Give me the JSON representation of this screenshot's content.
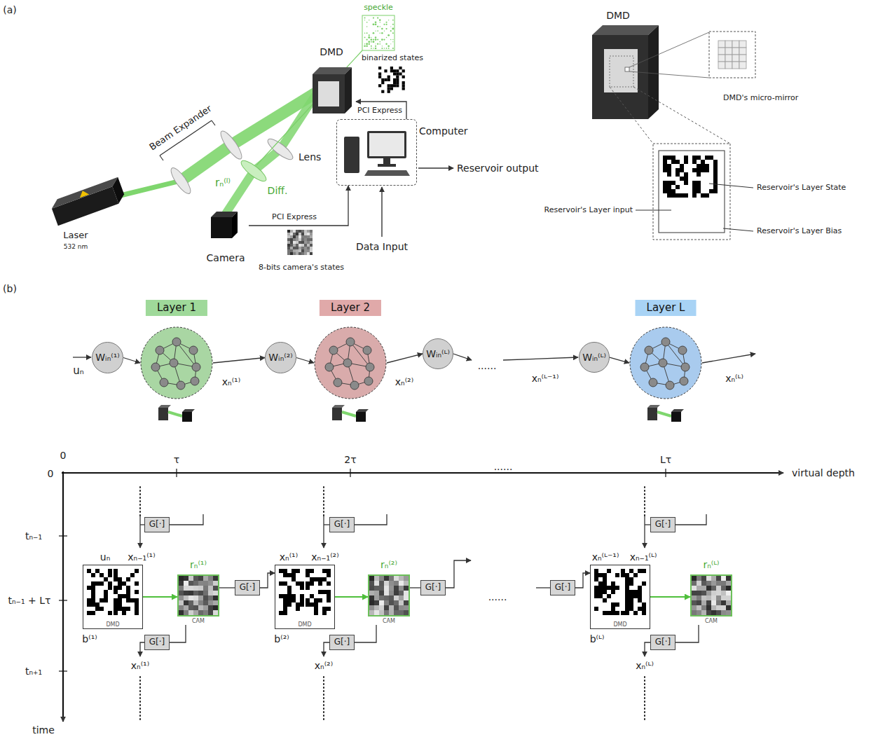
{
  "diagram": {
    "nodes": [
      {
        "text": [
          "DMD"
        ]
      },
      {
        "text": [
          "Computer"
        ]
      },
      {
        "text": [
          "Camera"
        ]
      },
      {
        "text": [
          "Wᵢₙ⁽¹⁾"
        ]
      },
      {
        "text": [
          "Layer 1"
        ]
      },
      {
        "text": [
          "Wᵢₙ⁽²⁾"
        ]
      },
      {
        "text": [
          "Layer 2"
        ]
      },
      {
        "text": [
          "Wᵢₙ⁽ᴸ⁾"
        ]
      },
      {
        "text": [
          "Wᵢₙ⁽ᴸ⁾"
        ]
      },
      {
        "text": [
          "Layer L"
        ]
      },
      {
        "text": [
          "G[·]"
        ]
      },
      {
        "text": [
          "DMD"
        ]
      },
      {
        "text": [
          "CAM"
        ]
      },
      {
        "text": [
          "G[·]"
        ]
      },
      {
        "text": [
          "G[·]"
        ]
      },
      {
        "text": [
          "G[·]"
        ]
      },
      {
        "text": [
          "DMD"
        ]
      },
      {
        "text": [
          "CAM"
        ]
      },
      {
        "text": [
          "G[·]"
        ]
      },
      {
        "text": [
          "G[·]"
        ]
      },
      {
        "text": [
          "G[·]"
        ]
      },
      {
        "text": [
          "G[·]"
        ]
      },
      {
        "text": [
          "DMD"
        ]
      },
      {
        "text": [
          "CAM"
        ]
      },
      {
        "text": [
          "G[·]"
        ]
      }
    ],
    "edges": [
      {
        "from": 1,
        "to": 0,
        "label": "PCI Express",
        "arrow": "to"
      },
      {
        "from": 2,
        "to": 1,
        "label": "PCI Express",
        "arrow": "to"
      },
      {
        "from": 3,
        "to": 4,
        "arrow": "to"
      },
      {
        "from": 4,
        "to": 5,
        "label": "xₙ⁽¹⁾",
        "arrow": "to"
      },
      {
        "from": 5,
        "to": 6,
        "arrow": "to"
      },
      {
        "from": 6,
        "to": 7,
        "label": "xₙ⁽²⁾",
        "arrow": "to"
      },
      {
        "from": 8,
        "to": 9,
        "arrow": "to"
      },
      {
        "from": 11,
        "to": 12,
        "arrow": "to"
      },
      {
        "from": 12,
        "to": 13,
        "arrow": "none"
      },
      {
        "from": 13,
        "to": 16,
        "arrow": "to"
      },
      {
        "from": 12,
        "to": 14,
        "arrow": "none"
      },
      {
        "from": 16,
        "to": 17,
        "arrow": "to"
      },
      {
        "from": 17,
        "to": 18,
        "arrow": "none"
      },
      {
        "from": 17,
        "to": 19,
        "arrow": "none"
      },
      {
        "from": 20,
        "to": 22,
        "arrow": "to"
      },
      {
        "from": 22,
        "to": 23,
        "arrow": "to"
      },
      {
        "from": 23,
        "to": 24,
        "arrow": "none"
      }
    ],
    "labels": [
      "(a)",
      "speckle",
      "binarized states",
      "Beam Expander",
      "Lens",
      "rₙ⁽ˡ⁾",
      "Diff.",
      "Reservoir output",
      "Laser",
      "532 nm",
      "8-bits camera's states",
      "Data Input",
      "DMD",
      "DMD's micro-mirror",
      "Reservoir's Layer State",
      "Reservoir's Layer input",
      "Reservoir's Layer Bias",
      "(b)",
      "uₙ",
      "......",
      "xₙ⁽ᴸ⁻¹⁾",
      "xₙ⁽ᴸ⁾",
      "0",
      "0",
      "τ",
      "2τ",
      "......",
      "Lτ",
      "virtual depth",
      "tₙ₋₁",
      "tₙ₋₁ + Lτ",
      "tₙ₊₁",
      "time",
      "uₙ",
      "xₙ₋₁⁽¹⁾",
      "rₙ⁽¹⁾",
      "b⁽¹⁾",
      "xₙ⁽¹⁾",
      "xₙ⁽¹⁾",
      "xₙ₋₁⁽²⁾",
      "rₙ⁽²⁾",
      "b⁽²⁾",
      "xₙ⁽²⁾",
      "......",
      "xₙ⁽ᴸ⁻¹⁾",
      "xₙ₋₁⁽ᴸ⁾",
      "rₙ⁽ᴸ⁾",
      "b⁽ᴸ⁾",
      "xₙ⁽ᴸ⁾"
    ]
  }
}
